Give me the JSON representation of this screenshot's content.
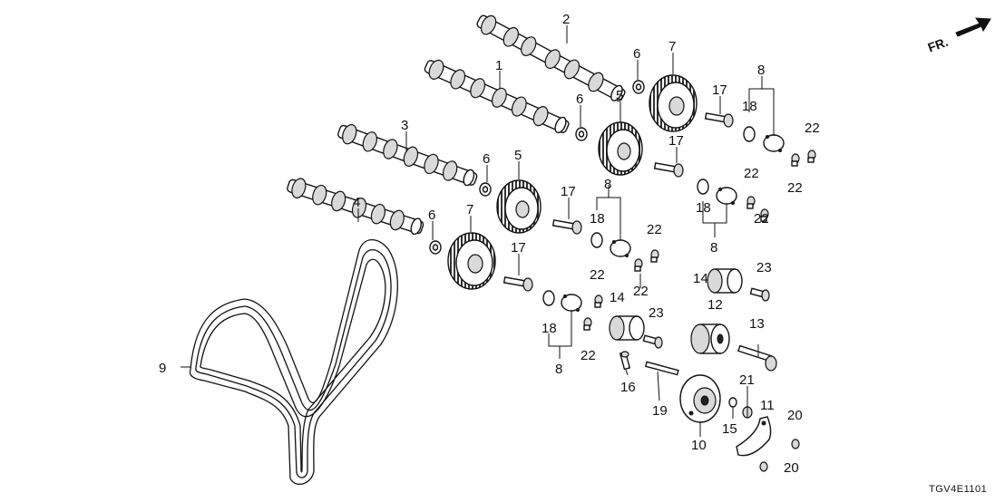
{
  "direction_indicator": "FR.",
  "diagram_code": "TGV4E1101",
  "callouts": {
    "c1": "1",
    "c2": "2",
    "c3": "3",
    "c4": "4",
    "c5a": "5",
    "c5b": "5",
    "c6a": "6",
    "c6b": "6",
    "c6c": "6",
    "c6d": "6",
    "c7a": "7",
    "c7b": "7",
    "c8a": "8",
    "c8b": "8",
    "c8c": "8",
    "c8d": "8",
    "c9": "9",
    "c10": "10",
    "c11": "11",
    "c12": "12",
    "c13": "13",
    "c14a": "14",
    "c14b": "14",
    "c15": "15",
    "c16": "16",
    "c17a": "17",
    "c17b": "17",
    "c17c": "17",
    "c17d": "17",
    "c18a": "18",
    "c18b": "18",
    "c18c": "18",
    "c18d": "18",
    "c19": "19",
    "c20a": "20",
    "c20b": "20",
    "c21": "21",
    "c22a": "22",
    "c22b": "22",
    "c22c": "22",
    "c22d": "22",
    "c22e": "22",
    "c22f": "22",
    "c22g": "22",
    "c22h": "22",
    "c23a": "23",
    "c23b": "23"
  }
}
